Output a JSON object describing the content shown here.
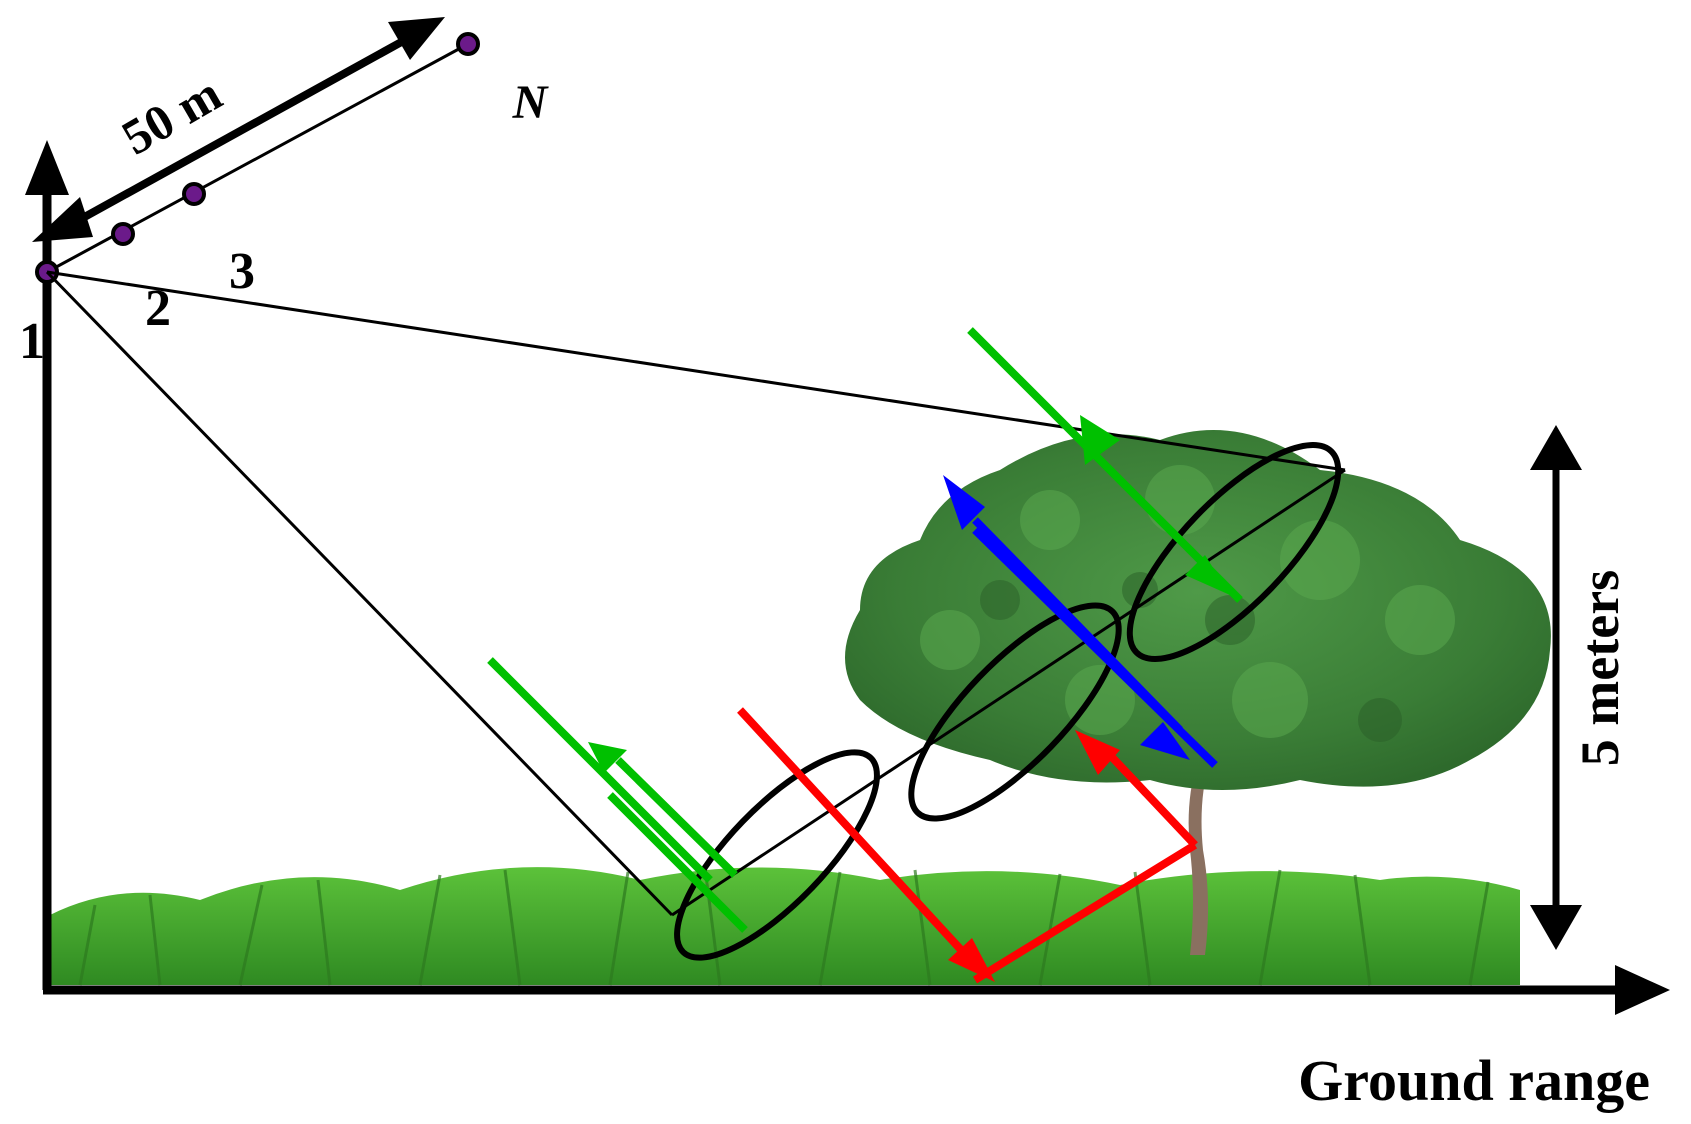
{
  "labels": {
    "baseline_length": "50 m",
    "last_track": "N",
    "track_1": "1",
    "track_2": "2",
    "track_3": "3",
    "height_scale": "5 meters",
    "x_axis": "Ground range"
  },
  "colors": {
    "axis": "#000000",
    "ground_wave": "#00c000",
    "volume_wave": "#0000ff",
    "double_bounce_wave": "#ff0000",
    "track_dot": "#6b1a8a",
    "grass": "#3da628",
    "foliage": "#3f8a3a",
    "trunk": "#8a7060"
  }
}
